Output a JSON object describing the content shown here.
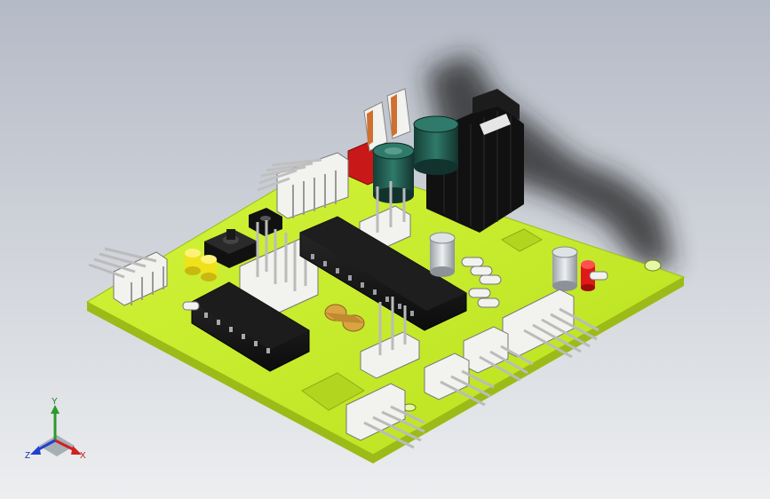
{
  "viewport": {
    "background_top": "#b4bac6",
    "background_bottom": "#eceef0"
  },
  "model": {
    "board_color": "#c8ef2a",
    "board_edge_color": "#9cbb18",
    "component_black": "#141414",
    "connector_white": "#f2f2ee",
    "capacitor_green": "#1f5a4f",
    "led_red": "#e01818",
    "led_yellow": "#f0e21a",
    "relay_red": "#c81818",
    "crystal_gold": "#d9a441"
  },
  "triad": {
    "y_label": "Y",
    "x_label": "X",
    "z_label": "Z",
    "y_color": "#2a9a2a",
    "x_color": "#d02020",
    "z_color": "#2040d0"
  }
}
